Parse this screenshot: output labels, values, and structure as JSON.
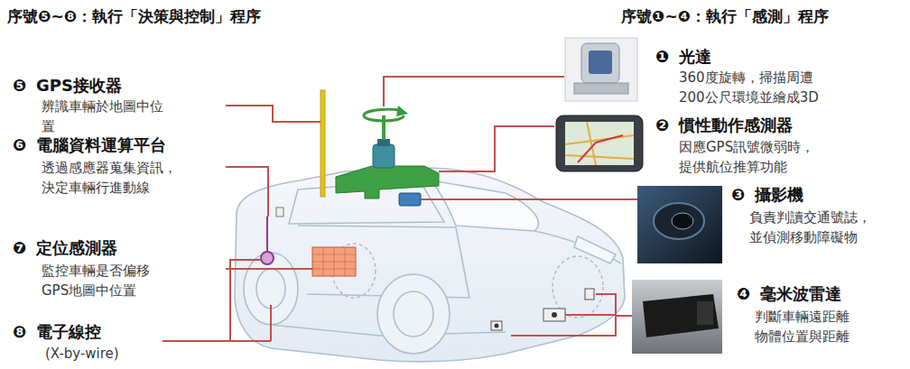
{
  "diagram": {
    "labels": [
      "序號❺~❽：執行「決策與控制」程序",
      "序號❶~❹：執行「感測」程序",
      "❶",
      "光達",
      "360度旋轉，掃描周遭 200公尺環境並繪成3D",
      "❷",
      "慣性動作感測器",
      "因應GPS訊號微弱時， 提供航位推算功能",
      "❸",
      "攝影機",
      "負責判讀交通號誌， 並偵測移動障礙物",
      "❹",
      "毫米波雷達",
      "判斷車輛遠距離 物體位置與距離",
      "❺",
      "GPS接收器",
      "辨識車輛於地圖中位 置",
      "❻",
      "電腦資料運算平台",
      "透過感應器蒐集資訊， 決定車輛行進動線",
      "❼",
      "定位感測器",
      "監控車輛是否偏移 GPS地圖中位置",
      "❽",
      "電子線控",
      "(X-by-wire)"
    ]
  }
}
